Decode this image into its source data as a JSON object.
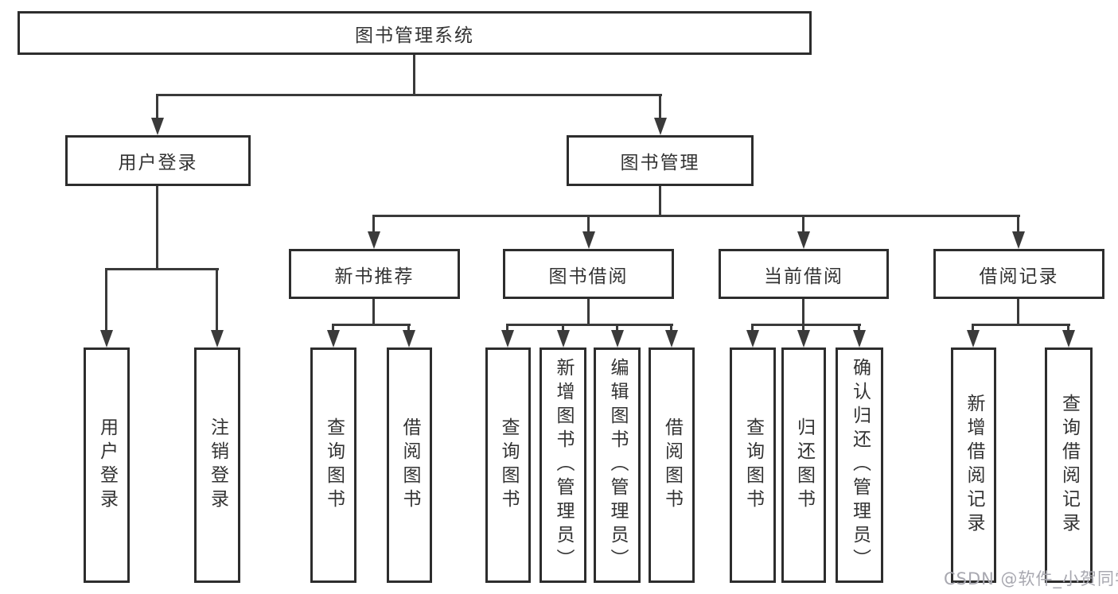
{
  "tree": {
    "root": {
      "label": "图书管理系统"
    },
    "branches": [
      {
        "label": "用户登录",
        "children": [
          "用户登录",
          "注销登录"
        ]
      },
      {
        "label": "图书管理",
        "sections": [
          {
            "label": "新书推荐",
            "children": [
              "查询图书",
              "借阅图书"
            ]
          },
          {
            "label": "图书借阅",
            "children": [
              "查询图书",
              "新增图书（管理员）",
              "编辑图书（管理员）",
              "借阅图书"
            ]
          },
          {
            "label": "当前借阅",
            "children": [
              "查询图书",
              "归还图书",
              "确认归还（管理员）"
            ]
          },
          {
            "label": "借阅记录",
            "children": [
              "新增借阅记录",
              "查询借阅记录"
            ]
          }
        ]
      }
    ]
  },
  "watermark": "CSDN @软件_小贺同学",
  "colors": {
    "line": "#3a3a3a",
    "border": "#2d2d2d",
    "text": "#333333",
    "watermark": "#a8a8b0",
    "background": "#ffffff"
  }
}
